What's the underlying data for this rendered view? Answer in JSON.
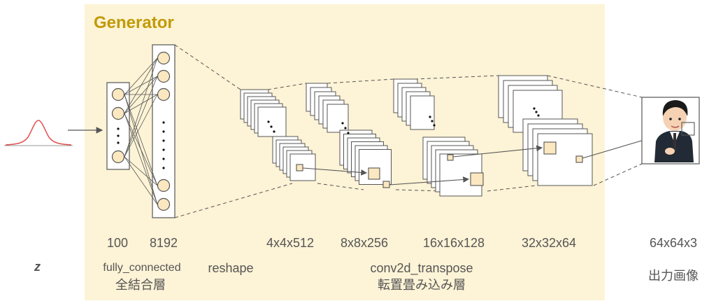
{
  "colors": {
    "panel_bg": "#fdf3d6",
    "title": "#c19a06",
    "node_fill": "#fbe8c0",
    "line": "#555555",
    "curve": "#e05050"
  },
  "diagram": {
    "title": "Generator",
    "input_symbol": "z",
    "sizes": {
      "fc_in": "100",
      "fc_out": "8192",
      "conv1": "4x4x512",
      "conv2": "8x8x256",
      "conv3": "16x16x128",
      "conv4": "32x32x64",
      "output": "64x64x3"
    },
    "layers": {
      "fc_en": "fully_connected",
      "fc_ja": "全結合層",
      "reshape": "reshape",
      "conv_en": "conv2d_transpose",
      "conv_ja": "転置畳み込み層",
      "output_ja": "出力画像"
    },
    "icons": {
      "distribution": "normal-distribution-curve-icon",
      "output_image": "person-portrait-icon"
    }
  }
}
